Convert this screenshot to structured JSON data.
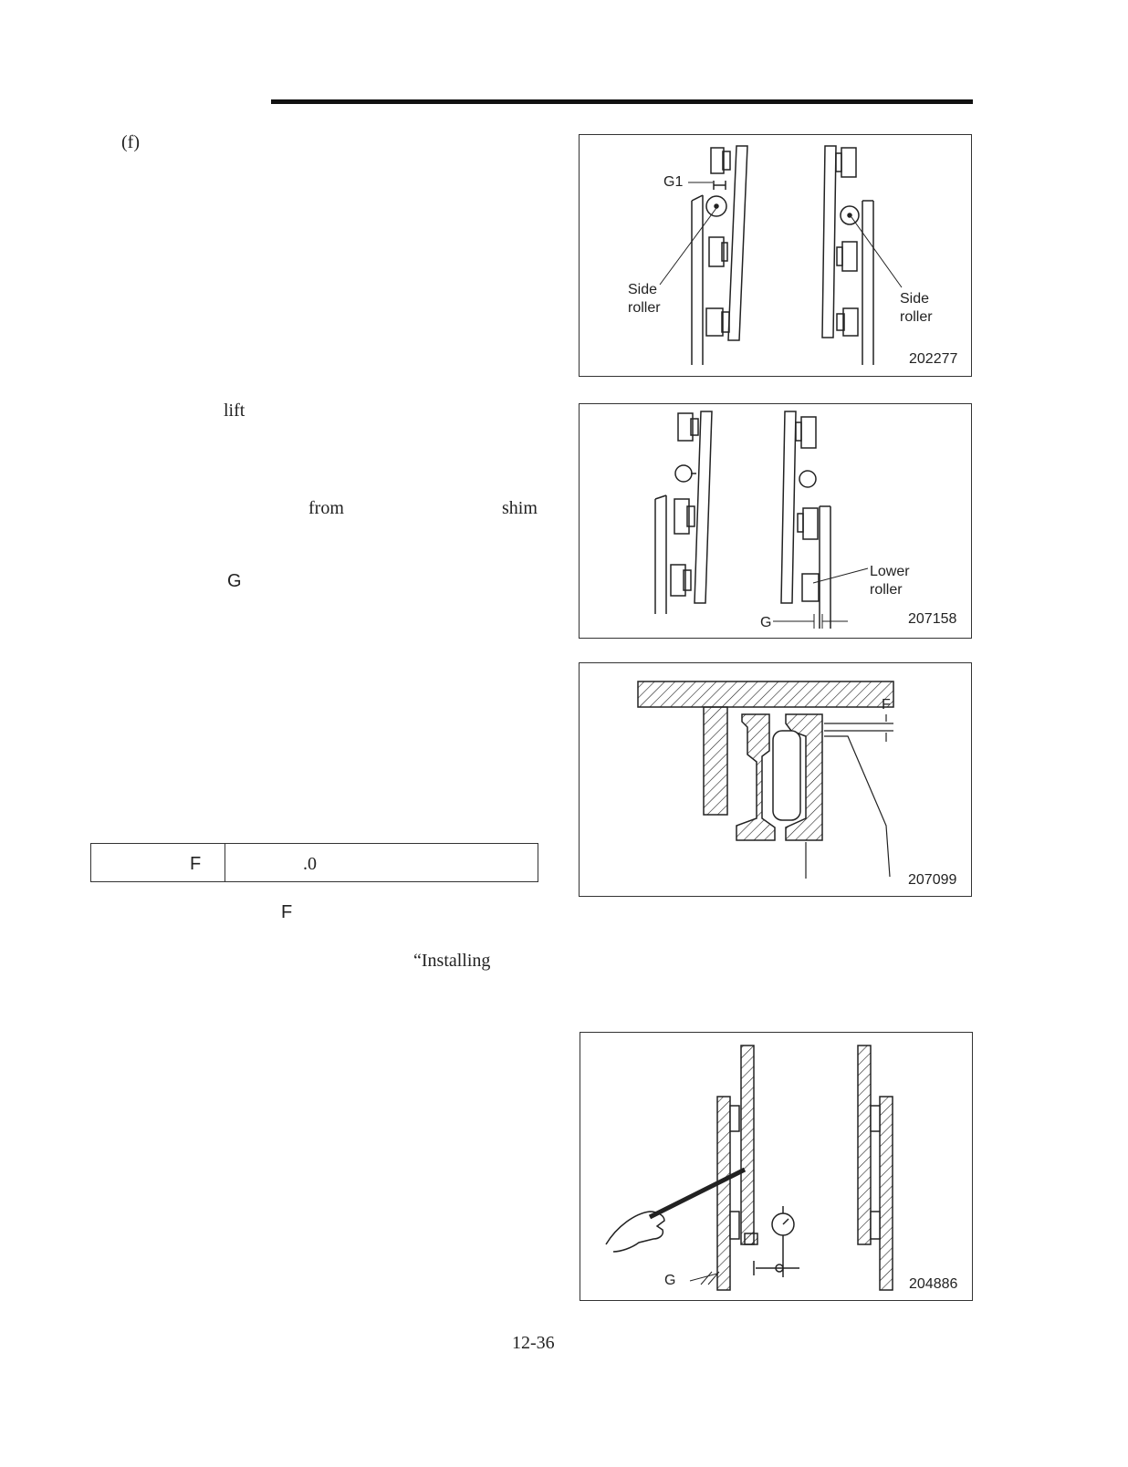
{
  "step_marker": "(f)",
  "words": {
    "lift": "lift",
    "from": "from",
    "shim": "shim",
    "gap_g": "G",
    "gap_f": "F",
    "installing": "“Installing"
  },
  "spec_table": {
    "label": "F",
    "value": ".0"
  },
  "figures": [
    {
      "id": "202277",
      "labels": {
        "g1": "G1",
        "side_roller_left_1": "Side",
        "side_roller_left_2": "roller",
        "side_roller_right_1": "Side",
        "side_roller_right_2": "roller"
      }
    },
    {
      "id": "207158",
      "labels": {
        "lower_roller_1": "Lower",
        "lower_roller_2": "roller",
        "g": "G"
      }
    },
    {
      "id": "207099",
      "labels": {
        "f": "F"
      }
    },
    {
      "id": "204886",
      "labels": {
        "g": "G"
      }
    }
  ],
  "page_number": "12-36"
}
